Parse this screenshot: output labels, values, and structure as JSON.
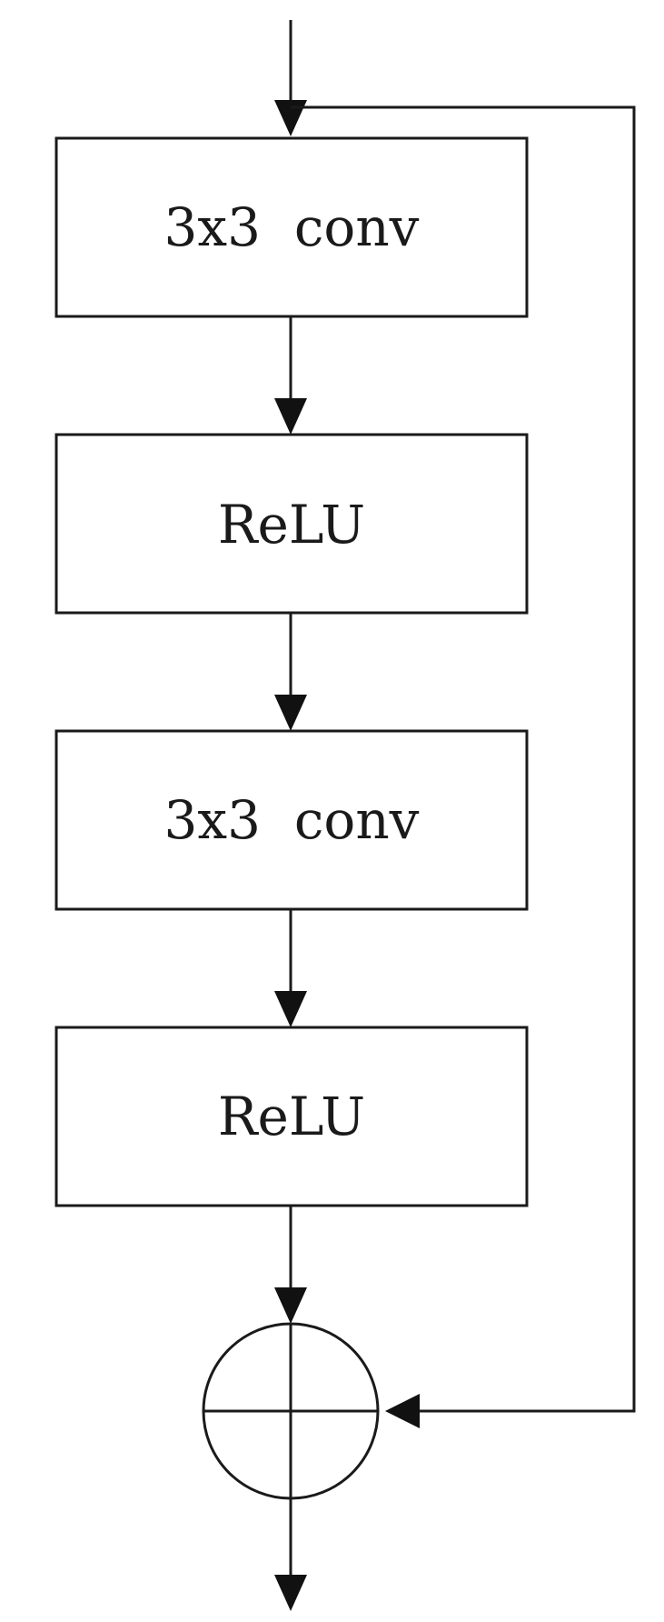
{
  "diagram": {
    "type": "residual-block",
    "blocks": [
      {
        "label": "3x3  conv"
      },
      {
        "label": "ReLU"
      },
      {
        "label": "3x3  conv"
      },
      {
        "label": "ReLU"
      }
    ],
    "skip_connection": true,
    "merge_operation": "elementwise-sum",
    "colors": {
      "stroke": "#1a1a1a",
      "background": "#ffffff"
    }
  }
}
